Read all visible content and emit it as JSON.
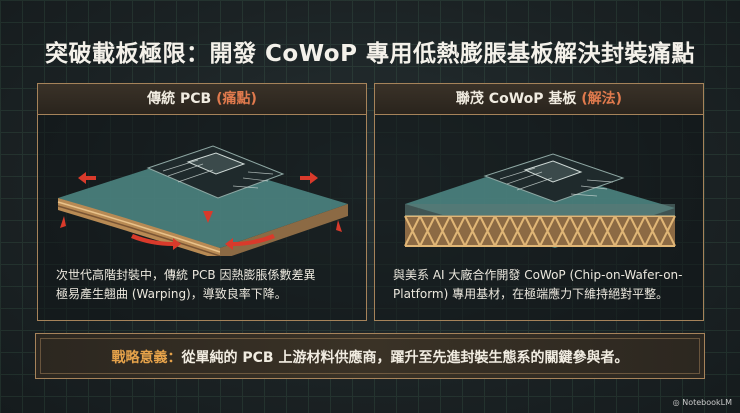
{
  "title": "突破載板極限：開發 CoWoP 專用低熱膨脹基板解決封裝痛點",
  "left_panel": {
    "header": "傳統 PCB",
    "header_tag": "(痛點)",
    "description_line1": "次世代高階封裝中，傳統 PCB 因熱膨脹係數差異",
    "description_line2": "極易產生翹曲 (Warping)，導致良率下降。"
  },
  "right_panel": {
    "header": "聯茂 CoWoP 基板",
    "header_tag": "(解法)",
    "description_line1": "與美系 AI 大廠合作開發 CoWoP (Chip-on-Wafer-on-",
    "description_line2": "Platform) 專用基材，在極端應力下維持絕對平整。"
  },
  "strategy": {
    "lead": "戰略意義：",
    "text": "從單純的 PCB 上游材料供應商，躍升至先進封裝生態系的關鍵參與者。"
  },
  "watermark": "NotebookLM",
  "colors": {
    "accent_border": "#a6835a",
    "tag_orange": "#e07a4d",
    "lead_gold": "#e5a24a",
    "warning_red": "#d93a2b",
    "substrate_teal": "#4f8a86"
  }
}
